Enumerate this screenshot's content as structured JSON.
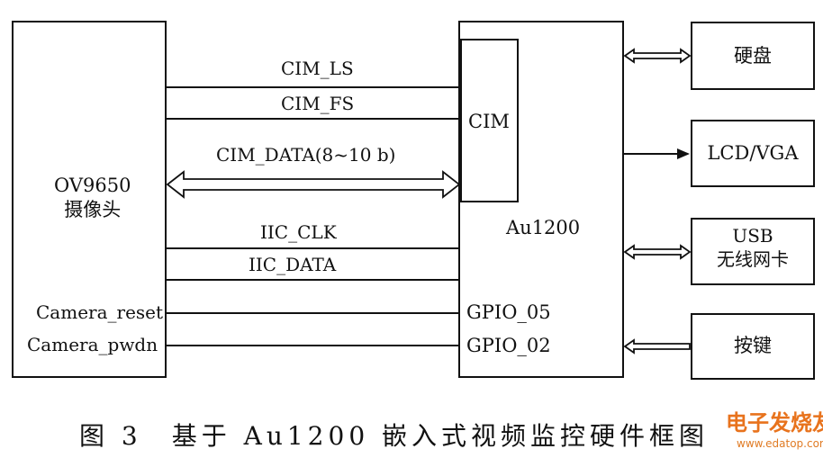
{
  "blocks": {
    "sensor": {
      "line1": "OV9650",
      "line2": "摄像头"
    },
    "soc": {
      "name": "Au1200",
      "cim": "CIM",
      "gpio_05": "GPIO_05",
      "gpio_02": "GPIO_02"
    },
    "peripherals": {
      "hdd": "硬盘",
      "lcd": "LCD/VGA",
      "usb_line1": "USB",
      "usb_line2": "无线网卡",
      "keys": "按键"
    }
  },
  "signals": {
    "cim_ls": "CIM_LS",
    "cim_fs": "CIM_FS",
    "cim_data": "CIM_DATA(8~10 b)",
    "iic_clk": "IIC_CLK",
    "iic_data": "IIC_DATA",
    "camera_reset": "Camera_reset",
    "camera_pwdn": "Camera_pwdn"
  },
  "caption": "图 3　基于 Au1200 嵌入式视频监控硬件框图",
  "watermark": {
    "text": "电子发烧友",
    "url": "www.edatop.com"
  }
}
